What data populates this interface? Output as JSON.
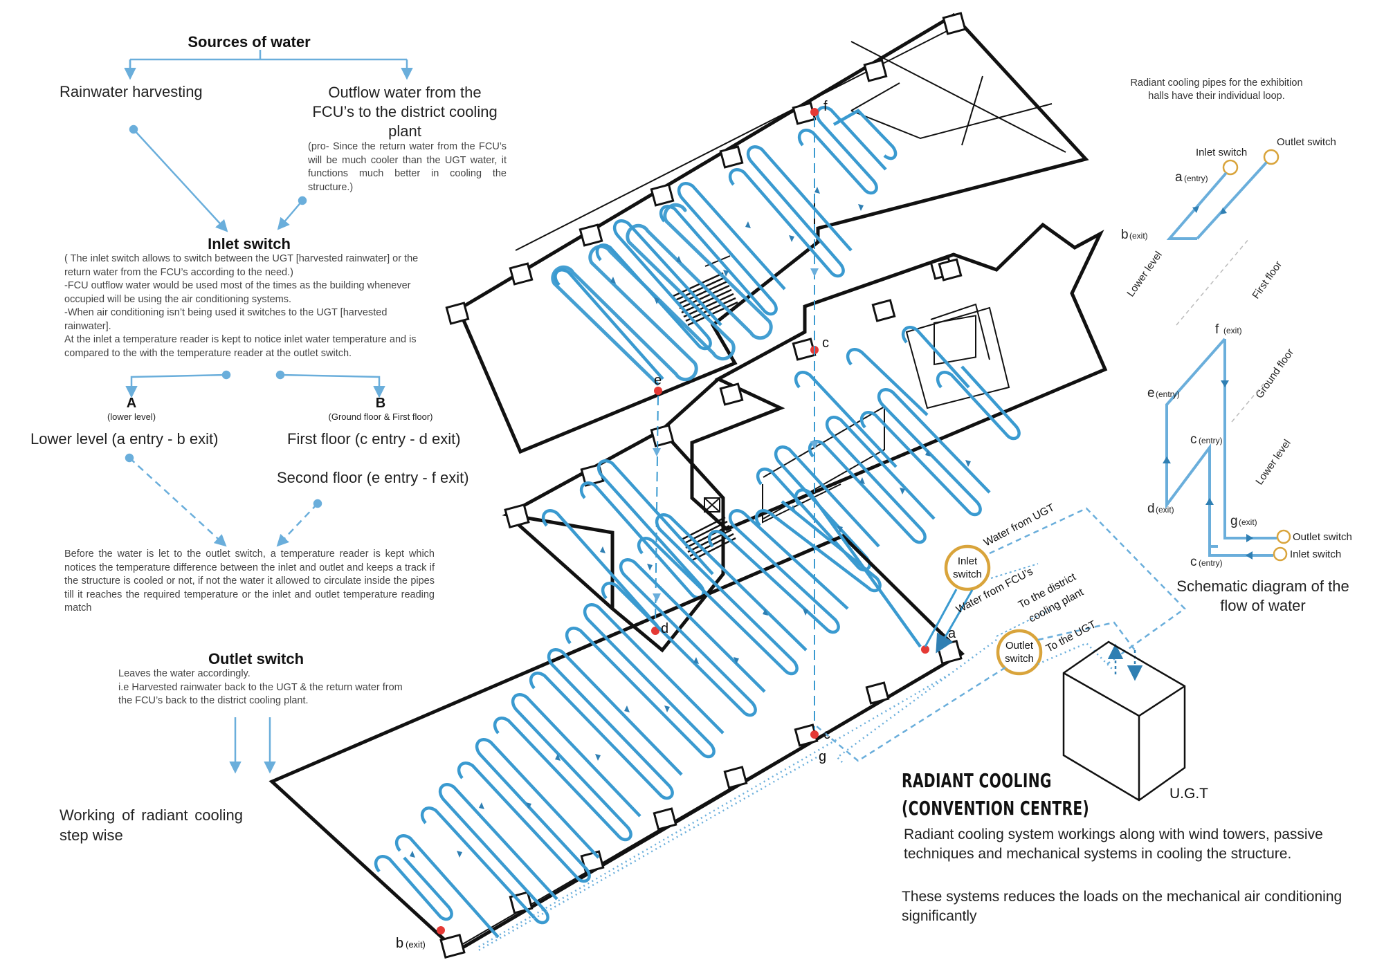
{
  "sources": {
    "title": "Sources of water",
    "rainwater": "Rainwater harvesting",
    "outflow": "Outflow water from the FCU’s to the district cooling plant",
    "outflow_note": "(pro- Since the return water from the FCU’s will be much cooler than the UGT water, it functions much better in cooling the structure.)"
  },
  "inlet": {
    "title": "Inlet switch",
    "desc_1": "( The inlet switch allows to switch between the UGT [harvested rainwater] or the return water from the FCU’s according to the need.)",
    "desc_2": "-FCU outflow water would be used most of the times as the building whenever occupied will be using the air conditioning systems.",
    "desc_3": "-When air conditioning isn’t being used it switches to the UGT [harvested rainwater].",
    "desc_4": "At the inlet a temperature reader is kept to notice inlet water temperature and is compared to the with the temperature reader at the outlet switch."
  },
  "branch_a": {
    "letter": "A",
    "sub": "(lower level)",
    "label": "Lower level (a entry - b exit)"
  },
  "branch_b": {
    "letter": "B",
    "sub": "(Ground floor & First floor)",
    "label": "First floor (c entry - d exit)"
  },
  "second_floor": "Second floor (e entry - f exit)",
  "temp_note": "Before the water is let to the outlet switch, a temperature reader is kept which notices the temperature difference between the inlet and outlet and  keeps a track if the structure is cooled or not, if not the water it allowed to circulate inside the pipes till it reaches the required temperature or the inlet and outlet temperature reading match",
  "outlet": {
    "title": "Outlet switch",
    "desc_1": "Leaves the water accordingly.",
    "desc_2": "i.e Harvested rainwater back to the UGT & the return water from the FCU’s back to the district cooling plant."
  },
  "working": "Working of radiant cooling step wise",
  "plan_labels": {
    "f": "f",
    "e": "e",
    "c_top": "c",
    "d": "d",
    "a": "a",
    "c_bottom": "c",
    "g": "g",
    "b": "b",
    "b_exit": "(exit)"
  },
  "switches": {
    "inlet": "Inlet switch",
    "outlet": "Outlet switch",
    "water_from_ugt": "Water from UGT",
    "water_from_fcu": "Water from FCU’s",
    "to_district": "To the district cooling plant",
    "to_ugt": "To the UGT",
    "ugt": "U.G.T"
  },
  "right": {
    "note": "Radiant cooling pipes for the exhibition halls have their individual loop.",
    "inlet_switch": "Inlet switch",
    "outlet_switch": "Outlet switch",
    "a": "a",
    "a_sub": "(entry)",
    "b": "b",
    "b_sub": "(exit)",
    "lower_level": "Lower level",
    "first_floor": "First floor",
    "ground_floor": "Ground floor",
    "lower_level_2": "Lower level",
    "f": "f",
    "f_sub": "(exit)",
    "e": "e",
    "e_sub": "(entry)",
    "c": "c",
    "c_sub": "(entry)",
    "d": "d",
    "d_sub": "(exit)",
    "g": "g",
    "g_sub": "(exit)",
    "c2": "c",
    "c2_sub": "(entry)",
    "outlet_switch_2": "Outlet switch",
    "inlet_switch_2": "Inlet switch",
    "schematic_title": "Schematic diagram of the flow of water"
  },
  "radiant": {
    "title_1": "RADIANT COOLING",
    "title_2": "(CONVENTION CENTRE)",
    "desc_1": "Radiant cooling system workings along with wind towers, passive techniques and mechanical systems in cooling the structure.",
    "desc_2": "These systems reduces the loads on the mechanical air conditioning significantly"
  },
  "colors": {
    "pipe": "#3a9ad0",
    "arrow": "#6aaedb",
    "dot": "#e53935",
    "switch_ring": "#d9a43b",
    "wall": "#111111"
  }
}
